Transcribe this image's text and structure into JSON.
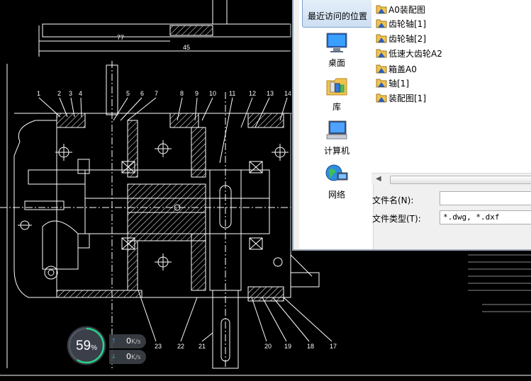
{
  "dialog": {
    "places": [
      {
        "label": "最近访问的位置",
        "icon": "recent-places-icon"
      },
      {
        "label": "桌面",
        "icon": "desktop-icon"
      },
      {
        "label": "库",
        "icon": "libraries-icon"
      },
      {
        "label": "计算机",
        "icon": "computer-icon"
      },
      {
        "label": "网络",
        "icon": "network-icon"
      }
    ],
    "files": [
      {
        "name": "A0装配图"
      },
      {
        "name": "齿轮轴[1]"
      },
      {
        "name": "齿轮轴[2]"
      },
      {
        "name": "低速大齿轮A2"
      },
      {
        "name": "箱盖A0"
      },
      {
        "name": "轴[1]"
      },
      {
        "name": "装配图[1]"
      }
    ],
    "filename_label": "文件名(N):",
    "filename_value": "",
    "filetype_label": "文件类型(T):",
    "filetype_value": "*.dwg, *.dxf"
  },
  "drawing": {
    "part_numbers_top": [
      "1",
      "2",
      "3",
      "4",
      "5",
      "6",
      "7",
      "8",
      "9",
      "10",
      "11",
      "12",
      "13",
      "14"
    ],
    "part_numbers_bottom": [
      "23",
      "22",
      "21",
      "20",
      "19",
      "18",
      "17"
    ],
    "dim_upper": "77",
    "dim_lower": "45"
  },
  "net_widget": {
    "percent": "59",
    "percent_sign": "%",
    "percent_value": 59,
    "upload_value": "0",
    "download_value": "0",
    "unit": "K/s",
    "up_color": "#4aa3ff",
    "down_color": "#3ccb6a",
    "ring_color": "#2bd48a"
  }
}
